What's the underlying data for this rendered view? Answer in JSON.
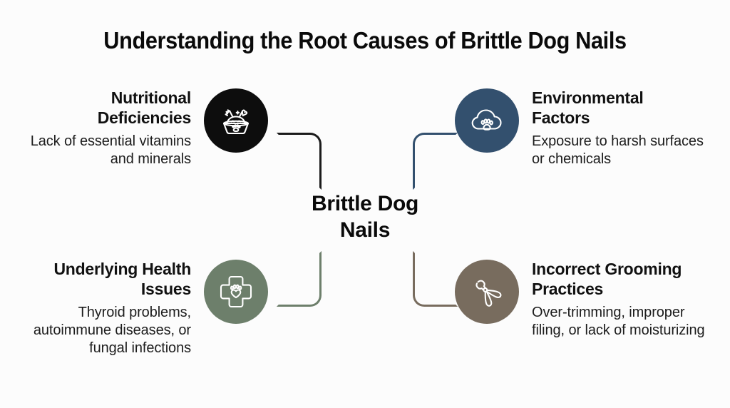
{
  "title": "Understanding the Root Causes of Brittle Dog Nails",
  "center": {
    "line1": "Brittle Dog",
    "line2": "Nails"
  },
  "colors": {
    "background": "#fcfcfc",
    "text": "#111111",
    "nutritional": "#0d0d0d",
    "environmental": "#33506e",
    "health": "#6d7f6b",
    "grooming": "#786c5e"
  },
  "nodes": [
    {
      "id": "nutritional",
      "heading": "Nutritional Deficiencies",
      "heading_line1": "Nutritional",
      "heading_line2": "Deficiencies",
      "description": "Lack of essential vitamins and minerals",
      "icon": "dog-food-bowl-icon",
      "color": "#0d0d0d",
      "position": "top-left"
    },
    {
      "id": "environmental",
      "heading": "Environmental Factors",
      "heading_line1": "Environmental",
      "heading_line2": "Factors",
      "description": "Exposure to harsh surfaces or chemicals",
      "icon": "cloud-paw-icon",
      "color": "#33506e",
      "position": "top-right"
    },
    {
      "id": "health",
      "heading": "Underlying Health Issues",
      "heading_line1": "Underlying Health",
      "heading_line2": "Issues",
      "description": "Thyroid problems, autoimmune diseases, or fungal infections",
      "icon": "medical-cross-paw-icon",
      "color": "#6d7f6b",
      "position": "bottom-left"
    },
    {
      "id": "grooming",
      "heading": "Incorrect Grooming Practices",
      "heading_line1": "Incorrect Grooming",
      "heading_line2": "Practices",
      "description": "Over-trimming, improper filing, or lack of moisturizing",
      "icon": "nail-clippers-icon",
      "color": "#786c5e",
      "position": "bottom-right"
    }
  ]
}
